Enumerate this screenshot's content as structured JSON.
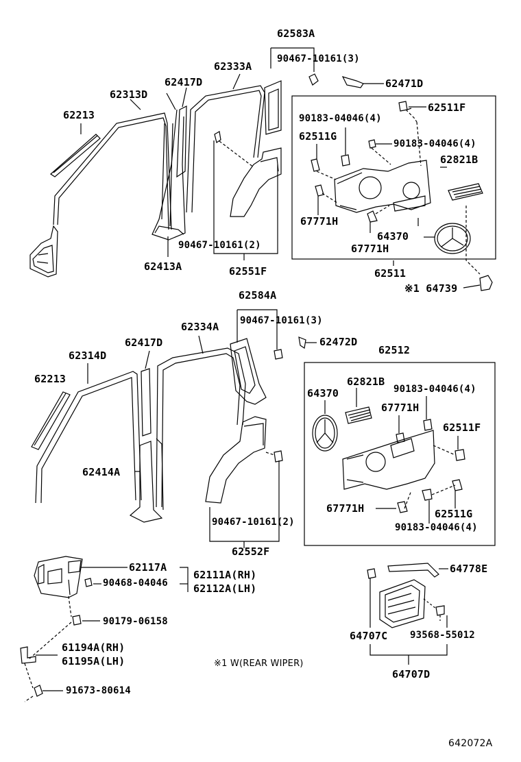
{
  "diagram": {
    "code": "642072A",
    "note": "※1 W(REAR WIPER)"
  },
  "labels": {
    "l62583A": "62583A",
    "l90467_a": "90467-10161(3)",
    "l62471D": "62471D",
    "l62333A": "62333A",
    "l62417D_a": "62417D",
    "l62313D": "62313D",
    "l62213_a": "62213",
    "l62511F_a": "62511F",
    "l90183_a": "90183-04046(4)",
    "l62511G_a": "62511G",
    "l90183_b": "90183-04046(4)",
    "l62821B_a": "62821B",
    "l67771H_a": "67771H",
    "l64370_a": "64370",
    "l67771H_b": "67771H",
    "l90467_b": "90467-10161(2)",
    "l62413A": "62413A",
    "l62551F": "62551F",
    "l62511": "62511",
    "l64739": "※1 64739",
    "l62584A": "62584A",
    "l90467_c": "90467-10161(3)",
    "l62334A": "62334A",
    "l62472D": "62472D",
    "l62417D_b": "62417D",
    "l62314D": "62314D",
    "l62512": "62512",
    "l62213_b": "62213",
    "l62821B_b": "62821B",
    "l90183_c": "90183-04046(4)",
    "l64370_b": "64370",
    "l67771H_c": "67771H",
    "l62511F_b": "62511F",
    "l62414A": "62414A",
    "l67771H_d": "67771H",
    "l62511G_b": "62511G",
    "l90183_d": "90183-04046(4)",
    "l90467_d": "90467-10161(2)",
    "l62552F": "62552F",
    "l62117A": "62117A",
    "l62111A": "62111A(RH)",
    "l62112A": "62112A(LH)",
    "l90468": "90468-04046",
    "l64778E": "64778E",
    "l90179": "90179-06158",
    "l61194A": "61194A(RH)",
    "l61195A": "61195A(LH)",
    "l64707C": "64707C",
    "l93568": "93568-55012",
    "l64707D": "64707D",
    "l91673": "91673-80614"
  }
}
